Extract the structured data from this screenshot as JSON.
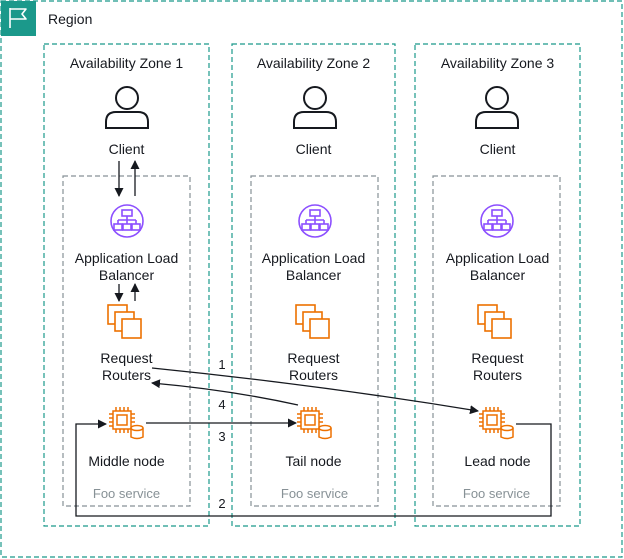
{
  "region": {
    "label": "Region",
    "flag_icon": "flag-icon",
    "accent": "#1b998b"
  },
  "zones": [
    {
      "title": "Availability Zone 1",
      "client": "Client",
      "alb": "Application Load\nBalancer",
      "routers": "Request\nRouters",
      "node": "Middle node",
      "service": "Foo service"
    },
    {
      "title": "Availability Zone 2",
      "client": "Client",
      "alb": "Application Load\nBalancer",
      "routers": "Request\nRouters",
      "node": "Tail node",
      "service": "Foo service"
    },
    {
      "title": "Availability Zone 3",
      "client": "Client",
      "alb": "Application Load\nBalancer",
      "routers": "Request\nRouters",
      "node": "Lead node",
      "service": "Foo service"
    }
  ],
  "flows": [
    {
      "label": "1",
      "from": "Request Routers (AZ1)",
      "to": "Lead node (AZ3)"
    },
    {
      "label": "4",
      "from": "Tail node (AZ2)",
      "to": "Request Routers (AZ1)"
    },
    {
      "label": "3",
      "from": "Middle node (AZ1)",
      "to": "Tail node (AZ2)"
    },
    {
      "label": "2",
      "from": "Lead node (AZ3)",
      "to": "Middle node (AZ1)"
    }
  ],
  "icons": {
    "client": "user-icon",
    "alb": "load-balancer-icon",
    "routers": "instances-icon",
    "node": "ec2-instance-icon"
  },
  "colors": {
    "zone_border": "#1b998b",
    "service_border": "#879196",
    "alb_purple": "#8c4fff",
    "compute_orange": "#ed7100",
    "text": "#16191f"
  }
}
